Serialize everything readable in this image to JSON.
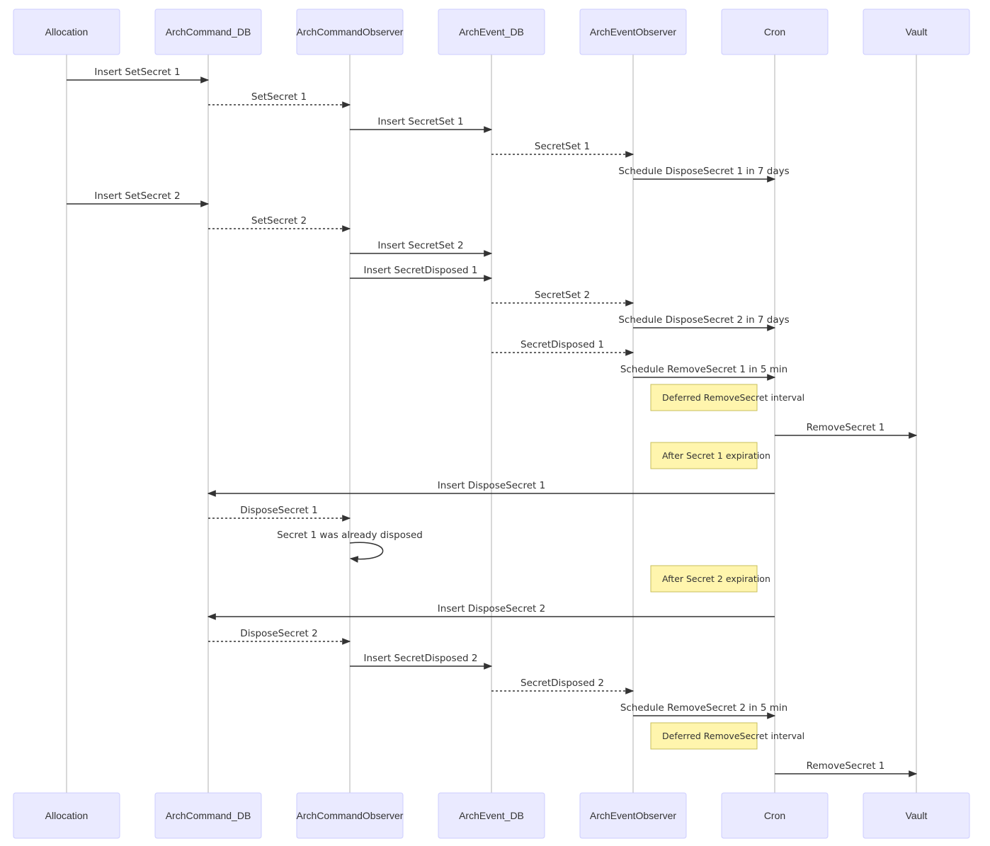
{
  "participants": [
    {
      "id": "Allocation",
      "label": "Allocation"
    },
    {
      "id": "ArchCommand_DB",
      "label": "ArchCommand_DB"
    },
    {
      "id": "ArchCommandObserver",
      "label": "ArchCommandObserver"
    },
    {
      "id": "ArchEvent_DB",
      "label": "ArchEvent_DB"
    },
    {
      "id": "ArchEventObserver",
      "label": "ArchEventObserver"
    },
    {
      "id": "Cron",
      "label": "Cron"
    },
    {
      "id": "Vault",
      "label": "Vault"
    }
  ],
  "steps": [
    {
      "kind": "message",
      "from": "Allocation",
      "to": "ArchCommand_DB",
      "text": "Insert SetSecret 1",
      "style": "solid"
    },
    {
      "kind": "message",
      "from": "ArchCommand_DB",
      "to": "ArchCommandObserver",
      "text": "SetSecret 1",
      "style": "dotted"
    },
    {
      "kind": "message",
      "from": "ArchCommandObserver",
      "to": "ArchEvent_DB",
      "text": "Insert SecretSet 1",
      "style": "solid"
    },
    {
      "kind": "message",
      "from": "ArchEvent_DB",
      "to": "ArchEventObserver",
      "text": "SecretSet 1",
      "style": "dotted"
    },
    {
      "kind": "message",
      "from": "ArchEventObserver",
      "to": "Cron",
      "text": "Schedule DisposeSecret 1 in 7 days",
      "style": "solid"
    },
    {
      "kind": "message",
      "from": "Allocation",
      "to": "ArchCommand_DB",
      "text": "Insert SetSecret 2",
      "style": "solid"
    },
    {
      "kind": "message",
      "from": "ArchCommand_DB",
      "to": "ArchCommandObserver",
      "text": "SetSecret 2",
      "style": "dotted"
    },
    {
      "kind": "message",
      "from": "ArchCommandObserver",
      "to": "ArchEvent_DB",
      "text": "Insert SecretSet 2",
      "style": "solid"
    },
    {
      "kind": "message",
      "from": "ArchCommandObserver",
      "to": "ArchEvent_DB",
      "text": "Insert SecretDisposed 1",
      "style": "solid"
    },
    {
      "kind": "message",
      "from": "ArchEvent_DB",
      "to": "ArchEventObserver",
      "text": "SecretSet 2",
      "style": "dotted"
    },
    {
      "kind": "message",
      "from": "ArchEventObserver",
      "to": "Cron",
      "text": "Schedule DisposeSecret 2 in 7 days",
      "style": "solid"
    },
    {
      "kind": "message",
      "from": "ArchEvent_DB",
      "to": "ArchEventObserver",
      "text": "SecretDisposed 1",
      "style": "dotted"
    },
    {
      "kind": "message",
      "from": "ArchEventObserver",
      "to": "Cron",
      "text": "Schedule RemoveSecret 1 in 5 min",
      "style": "solid"
    },
    {
      "kind": "note",
      "over": "ArchEventObserver",
      "text": "Deferred RemoveSecret interval"
    },
    {
      "kind": "message",
      "from": "Cron",
      "to": "Vault",
      "text": "RemoveSecret 1",
      "style": "solid"
    },
    {
      "kind": "note",
      "over": "ArchEventObserver",
      "text": "After Secret 1 expiration"
    },
    {
      "kind": "message",
      "from": "Cron",
      "to": "ArchCommand_DB",
      "text": "Insert DisposeSecret 1",
      "style": "solid"
    },
    {
      "kind": "message",
      "from": "ArchCommand_DB",
      "to": "ArchCommandObserver",
      "text": "DisposeSecret 1",
      "style": "dotted"
    },
    {
      "kind": "self",
      "on": "ArchCommandObserver",
      "text": "Secret 1 was already disposed",
      "style": "solid"
    },
    {
      "kind": "note",
      "over": "ArchEventObserver",
      "text": "After Secret 2 expiration"
    },
    {
      "kind": "message",
      "from": "Cron",
      "to": "ArchCommand_DB",
      "text": "Insert DisposeSecret 2",
      "style": "solid"
    },
    {
      "kind": "message",
      "from": "ArchCommand_DB",
      "to": "ArchCommandObserver",
      "text": "DisposeSecret 2",
      "style": "dotted"
    },
    {
      "kind": "message",
      "from": "ArchCommandObserver",
      "to": "ArchEvent_DB",
      "text": "Insert SecretDisposed 2",
      "style": "solid"
    },
    {
      "kind": "message",
      "from": "ArchEvent_DB",
      "to": "ArchEventObserver",
      "text": "SecretDisposed 2",
      "style": "dotted"
    },
    {
      "kind": "message",
      "from": "ArchEventObserver",
      "to": "Cron",
      "text": "Schedule RemoveSecret 2 in 5 min",
      "style": "solid"
    },
    {
      "kind": "note",
      "over": "ArchEventObserver",
      "text": "Deferred RemoveSecret interval"
    },
    {
      "kind": "message",
      "from": "Cron",
      "to": "Vault",
      "text": "RemoveSecret 1",
      "style": "solid"
    }
  ],
  "colors": {
    "actor_fill": "#eaeaff",
    "actor_border": "#ccccff",
    "lifeline": "#cfcfcf",
    "message": "#333333",
    "note_fill": "#fff5ad",
    "note_border": "#c7be5c"
  }
}
